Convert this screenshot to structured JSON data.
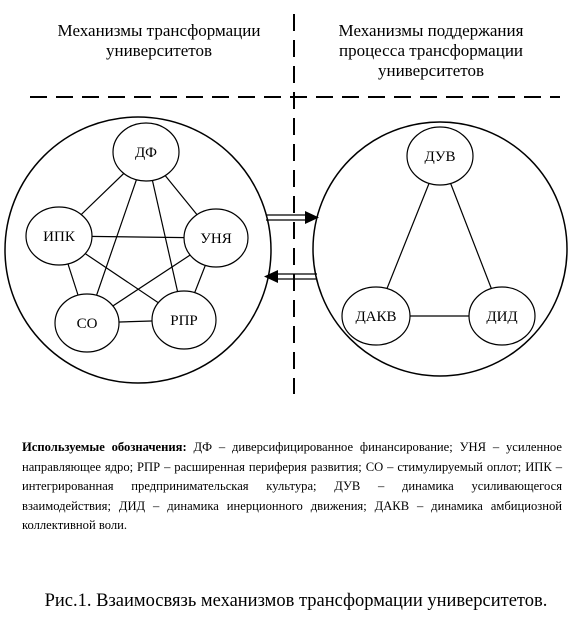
{
  "header": {
    "left_title_line1": "Механизмы трансформации",
    "left_title_line2": "университетов",
    "right_title_line1": "Механизмы поддержания",
    "right_title_line2": "процесса трансформации",
    "right_title_line3": "университетов"
  },
  "left_cluster": {
    "nodes": {
      "df": "ДФ",
      "ipk": "ИПК",
      "unya": "УНЯ",
      "so": "СО",
      "rpr": "РПР"
    }
  },
  "right_cluster": {
    "nodes": {
      "duv": "ДУВ",
      "dakv": "ДАКВ",
      "did": "ДИД"
    }
  },
  "legend": {
    "title": "Используемые обозначения:",
    "text": " ДФ – диверсифицированное финансирование; УНЯ – усиленное направляющее ядро; РПР – расширенная периферия развития; СО – стимулируемый оплот; ИПК – интегрированная предпринимательская культура; ДУВ – динамика усиливающегося взаимодействия; ДИД – динамика инерционного движения; ДАКВ – динамика амбициозной коллективной воли."
  },
  "caption": {
    "text": "Рис.1. Взаимосвязь механизмов трансформации университетов."
  }
}
